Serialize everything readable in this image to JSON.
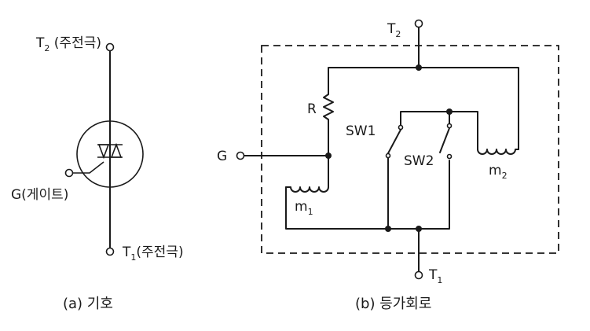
{
  "symbol": {
    "t2_base": "T",
    "t2_sub": "2",
    "t2_note": " (주전극)",
    "gate_label": "G(게이트)",
    "t1_base": "T",
    "t1_sub": "1",
    "t1_note": "(주전극)",
    "caption": "(a) 기호"
  },
  "circuit": {
    "t2_base": "T",
    "t2_sub": "2",
    "t1_base": "T",
    "t1_sub": "1",
    "gate_label": "G",
    "resistor_label": "R",
    "sw1_label": "SW1",
    "sw2_label": "SW2",
    "m1_base": "m",
    "m1_sub": "1",
    "m2_base": "m",
    "m2_sub": "2",
    "caption": "(b) 등가회로"
  }
}
